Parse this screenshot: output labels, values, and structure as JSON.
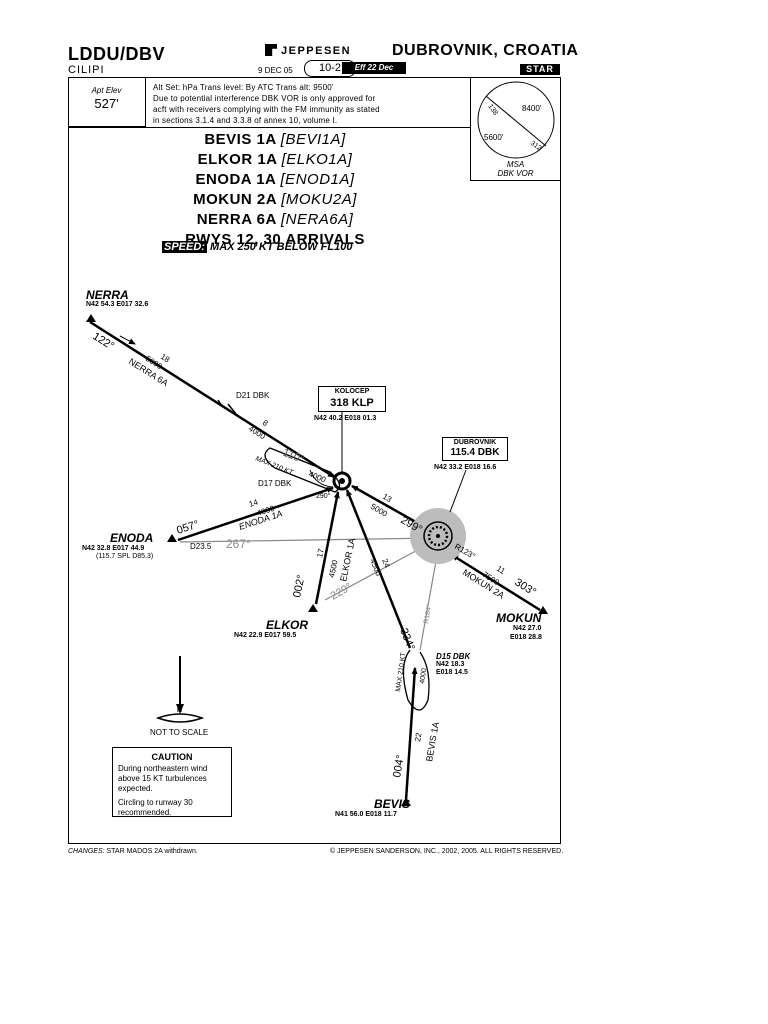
{
  "header": {
    "id": "LDDU/DBV",
    "airport": "CILIPI",
    "brand": "JEPPESEN",
    "city": "DUBROVNIK, CROATIA",
    "date": "9 DEC 05",
    "page": "10-2",
    "effective": "Eff 22 Dec",
    "chart_type": "STAR"
  },
  "elevation": {
    "label": "Apt Elev",
    "value": "527'"
  },
  "notes": {
    "line1": "Alt Set: hPa     Trans level: By ATC     Trans alt: 9500'",
    "line2": "Due to potential interference DBK VOR is only approved for",
    "line3": "acft with receivers complying with the FM immunity as stated",
    "line4": "in sections 3.1.4 and 3.3.8 of annex 10, volume I."
  },
  "msa": {
    "label1": "MSA",
    "label2": "DBK VOR",
    "alt_high": "8400'",
    "alt_low": "5600'",
    "brg1": "138",
    "brg2": "312"
  },
  "arrivals": [
    {
      "name": "BEVIS 1A",
      "code": "[BEVI1A]"
    },
    {
      "name": "ELKOR 1A",
      "code": "[ELKO1A]"
    },
    {
      "name": "ENODA 1A",
      "code": "[ENOD1A]"
    },
    {
      "name": "MOKUN 2A",
      "code": "[MOKU2A]"
    },
    {
      "name": "NERRA 6A",
      "code": "[NERA6A]"
    }
  ],
  "rwys": "RWYS 12, 30 ARRIVALS",
  "speed": {
    "tag": "SPEED:",
    "text": " MAX 250 KT BELOW FL100"
  },
  "fixes": {
    "nerra": {
      "name": "NERRA",
      "coord": "N42 54.3 E017 32.6"
    },
    "enoda": {
      "name": "ENODA",
      "coord": "N42 32.8 E017 44.9",
      "extra": "(115.7 SPL D85.3)"
    },
    "elkor": {
      "name": "ELKOR",
      "coord": "N42 22.9 E017 59.5"
    },
    "mokun": {
      "name": "MOKUN",
      "coord1": "N42 27.0",
      "coord2": "E018 28.8"
    },
    "bevis": {
      "name": "BEVIS",
      "coord": "N41 56.0 E018 11.7"
    }
  },
  "navaids": {
    "klp": {
      "name": "KOLOCEP",
      "freq": "318 KLP",
      "coord": "N42 40.2 E018 01.3"
    },
    "dbk": {
      "name": "DUBROVNIK",
      "freq": "115.4 DBK",
      "coord": "N42 33.2 E018 16.6"
    },
    "d15": {
      "name": "D15 DBK",
      "coord1": "N42 18.3",
      "coord2": "E018 14.5"
    }
  },
  "route_labels": {
    "nerra_brg": "122°",
    "nerra_dist": "18",
    "nerra_alt": "5000",
    "nerra_name": "NERRA 6A",
    "d21": "D21 DBK",
    "d21_dist": "8",
    "d21_alt": "4000",
    "hold_in": "110°",
    "hold_speed": "MAX 210 KT",
    "hold_alt": "4000",
    "d17": "D17 DBK",
    "hold_out": "290°",
    "klp_dbk_dist": "13",
    "klp_dbk_alt": "5000",
    "brg_299": "299°",
    "enoda_brg": "057°",
    "enoda_dist": "14",
    "enoda_alt": "4000",
    "enoda_name": "ENODA 1A",
    "d23": "D23.5",
    "r267": "267°",
    "elkor_brg": "002°",
    "elkor_dist": "17",
    "elkor_alt": "4500",
    "elkor_name": "ELKOR 1A",
    "r229": "229°",
    "bevis_leg_dist": "24",
    "bevis_leg_alt": "4500",
    "r184": "R184°",
    "brg_334": "334°",
    "mokun_r123": "R123°",
    "mokun_dist": "11",
    "mokun_alt": "7500",
    "mokun_name": "MOKUN 2A",
    "mokun_brg": "303°",
    "d15_speed": "MAX 210 KT",
    "d15_alt": "4000",
    "bevis_brg": "004°",
    "bevis_dist": "22",
    "bevis_name": "BEVIS 1A"
  },
  "scale": {
    "north": "N",
    "label": "NOT TO SCALE"
  },
  "caution": {
    "title": "CAUTION",
    "line1": "During northeastern wind",
    "line2": "above 15 KT turbulences",
    "line3": "expected.",
    "line4": "Circling to runway 30",
    "line5": "recommended."
  },
  "footer": {
    "changes_label": "CHANGES:",
    "changes_text": " STAR MADOS 2A withdrawn.",
    "copyright": "© JEPPESEN SANDERSON, INC., 2002, 2005. ALL RIGHTS RESERVED."
  }
}
